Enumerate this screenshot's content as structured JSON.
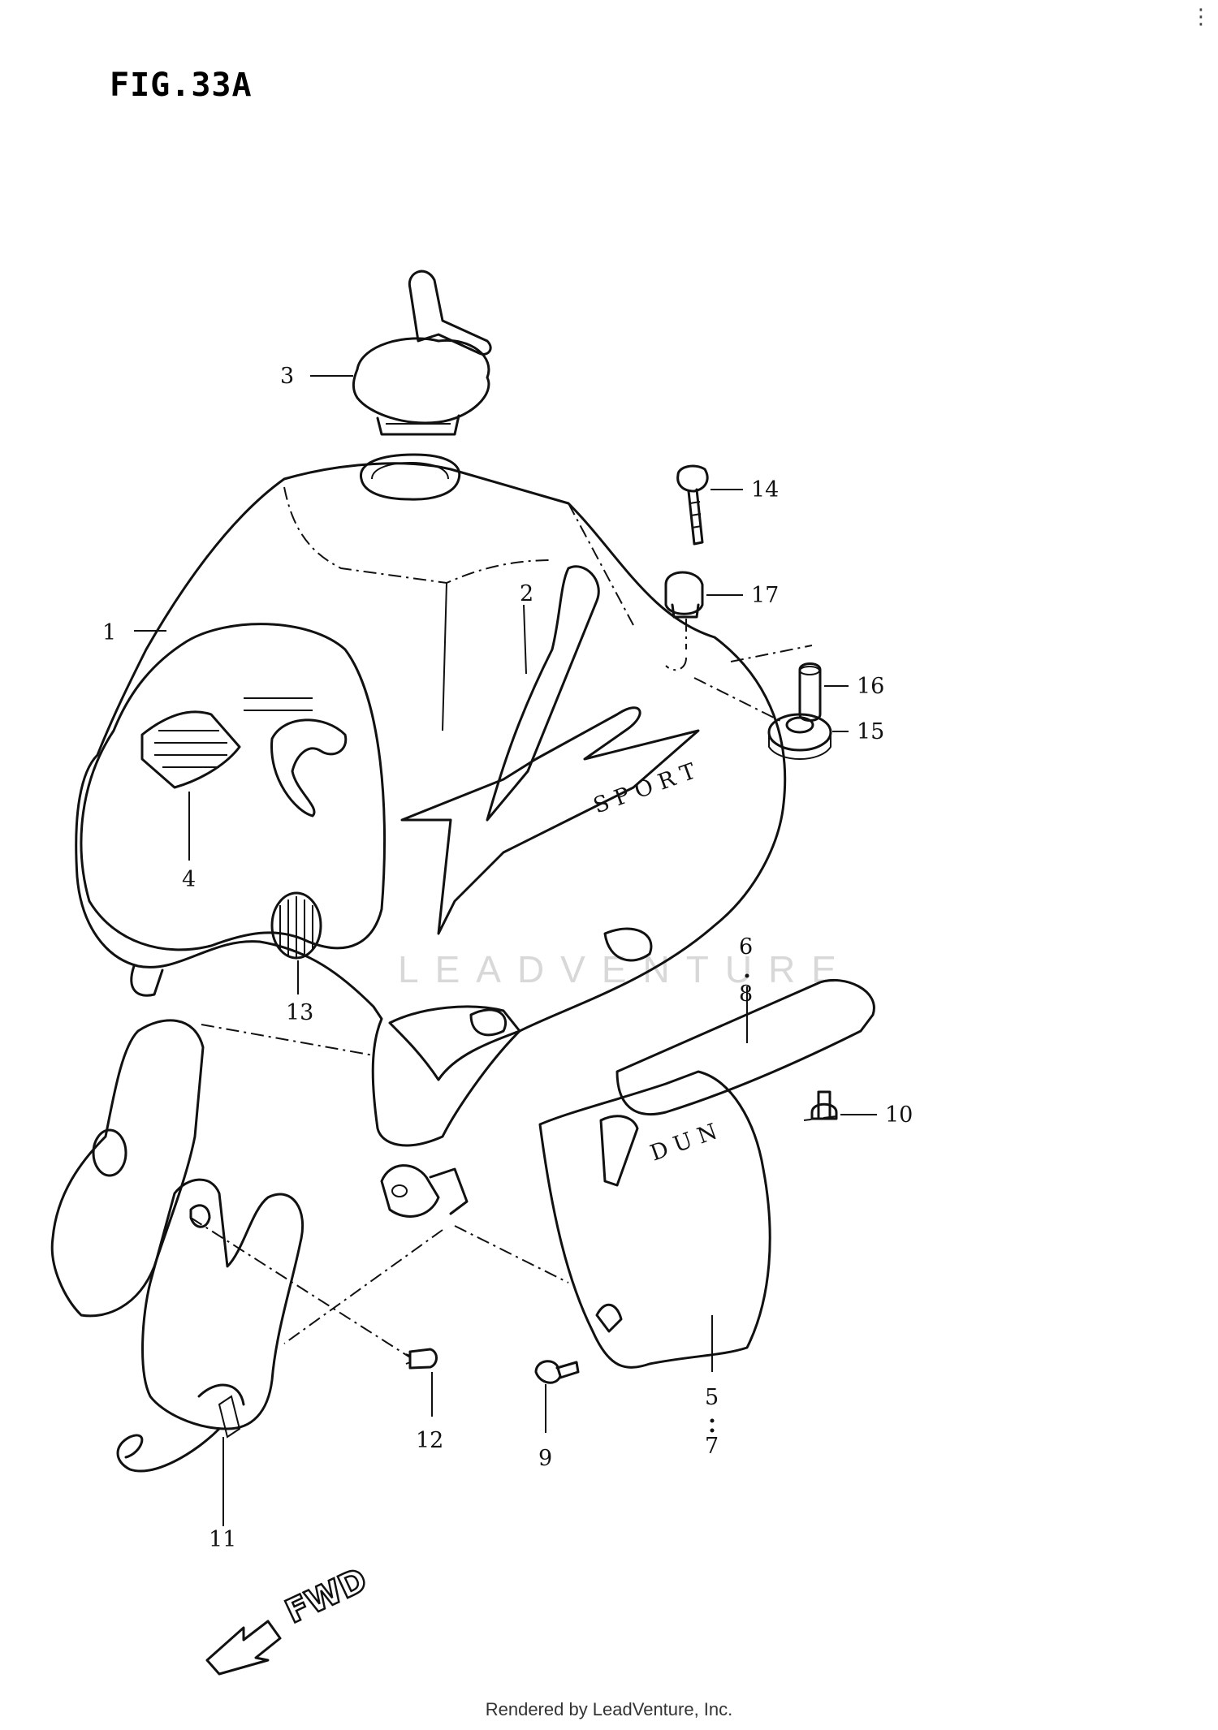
{
  "figure": {
    "title": "FIG.33A",
    "menu_icon": "more-vertical-icon"
  },
  "callouts": [
    {
      "id": "c1",
      "label": "1"
    },
    {
      "id": "c2",
      "label": "2"
    },
    {
      "id": "c3",
      "label": "3"
    },
    {
      "id": "c4",
      "label": "4"
    },
    {
      "id": "c5",
      "label": "5"
    },
    {
      "id": "c6",
      "label": "6"
    },
    {
      "id": "c7",
      "label": "7"
    },
    {
      "id": "c8",
      "label": "8"
    },
    {
      "id": "c9",
      "label": "9"
    },
    {
      "id": "c10",
      "label": "10"
    },
    {
      "id": "c11",
      "label": "11"
    },
    {
      "id": "c12",
      "label": "12"
    },
    {
      "id": "c13",
      "label": "13"
    },
    {
      "id": "c14",
      "label": "14"
    },
    {
      "id": "c15",
      "label": "15"
    },
    {
      "id": "c16",
      "label": "16"
    },
    {
      "id": "c17",
      "label": "17"
    }
  ],
  "direction": {
    "label": "FWD"
  },
  "watermark": {
    "text": "LEADVENTURE"
  },
  "footer": {
    "text": "Rendered by LeadVenture, Inc."
  }
}
